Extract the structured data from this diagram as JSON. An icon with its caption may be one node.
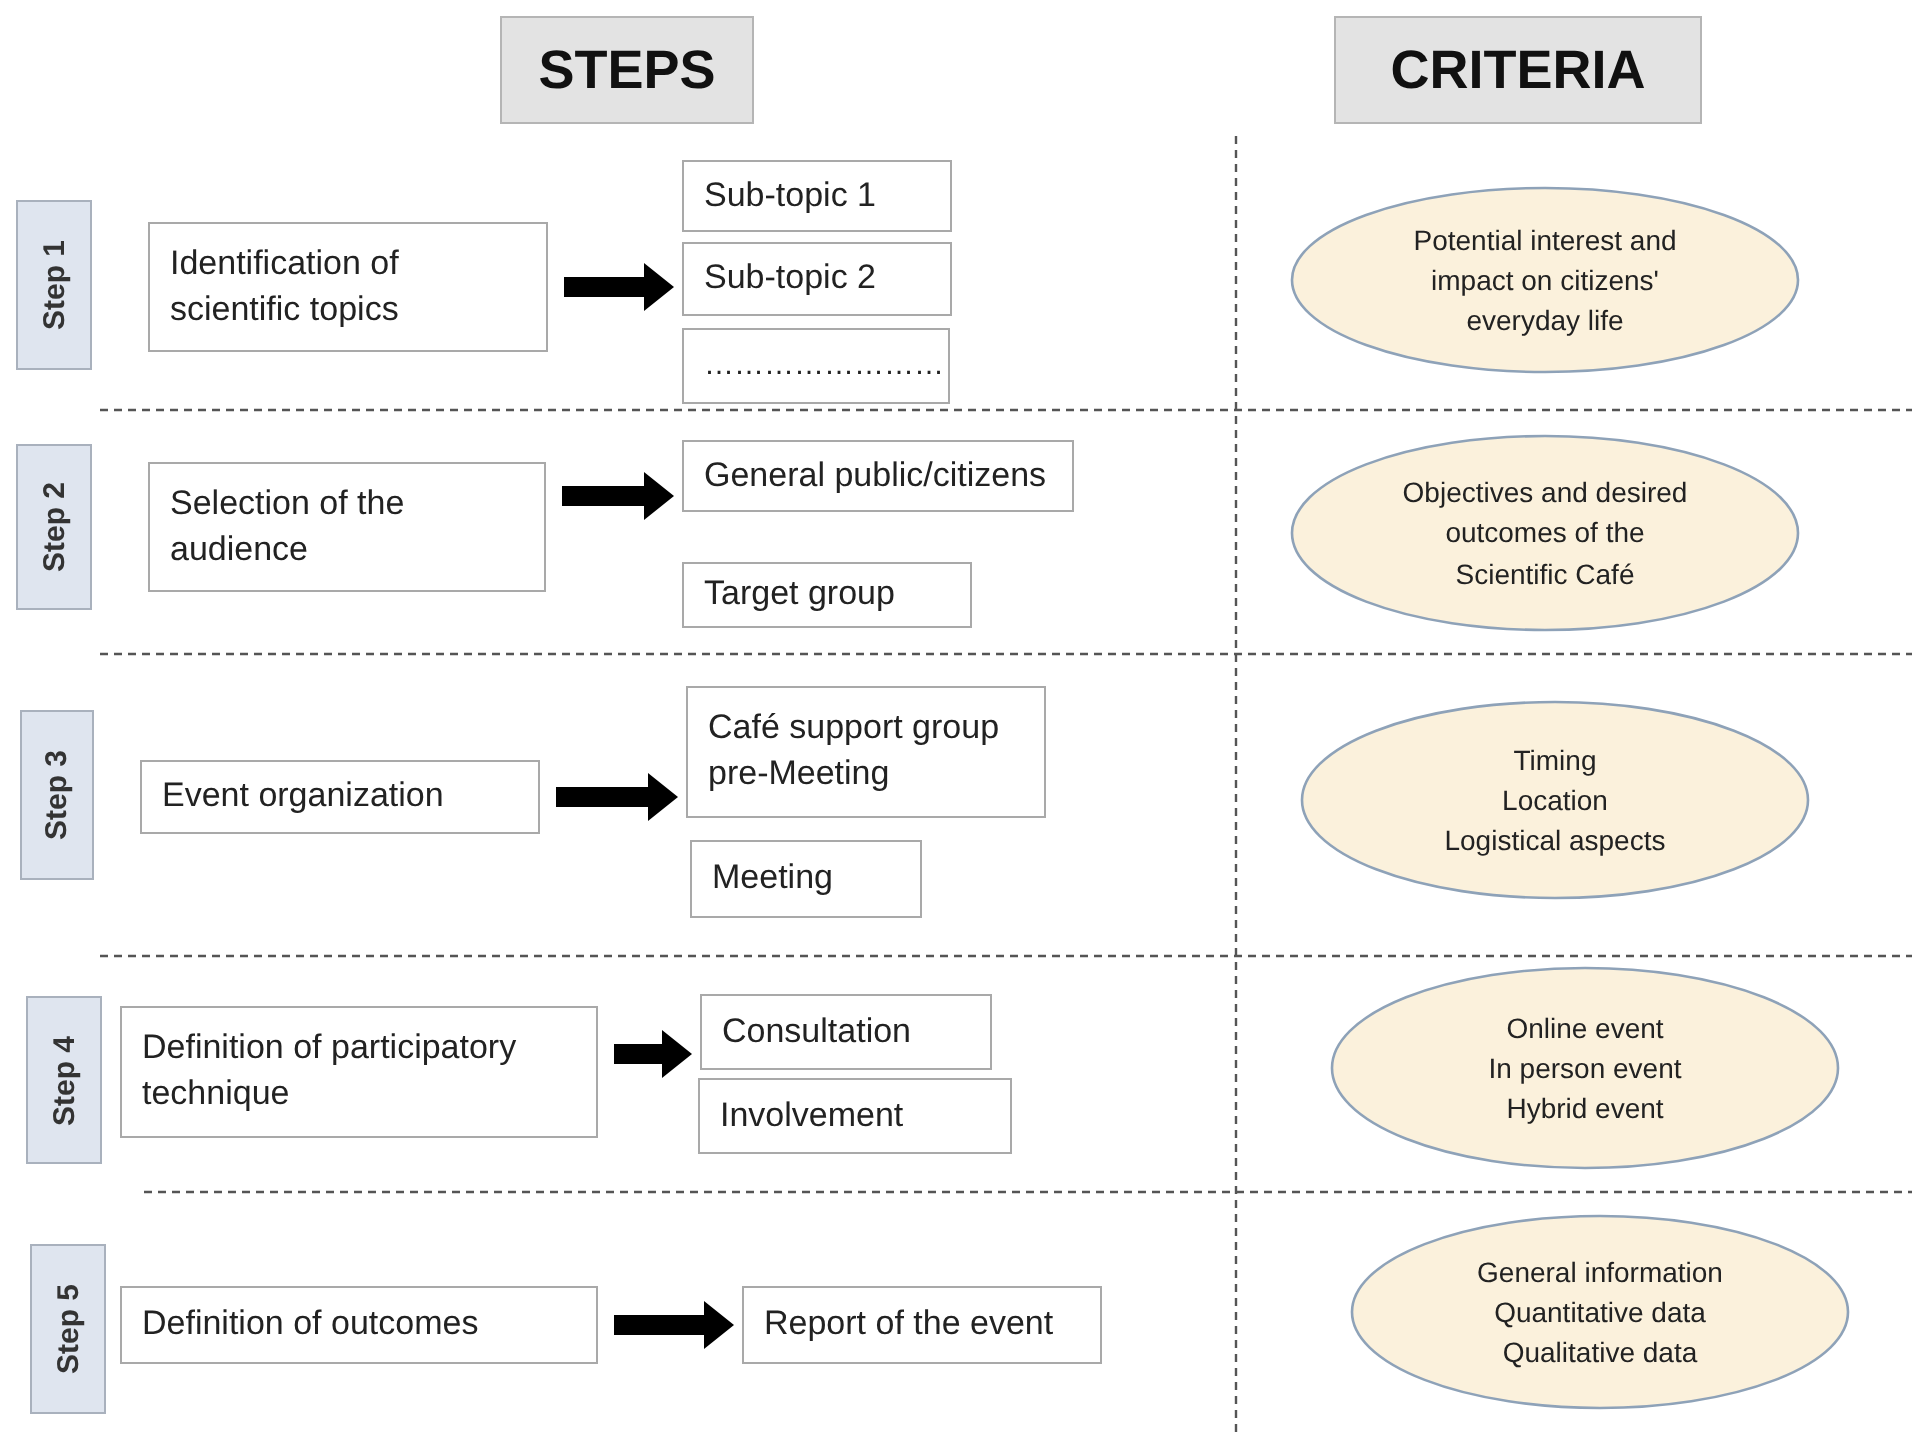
{
  "diagram": {
    "nodes": [
      {
        "text": [
          "STEPS"
        ]
      },
      {
        "text": [
          "CRITERIA"
        ]
      },
      {
        "text": [
          "Step 1"
        ]
      },
      {
        "text": [
          "Identification of scientific topics"
        ]
      },
      {
        "text": [
          "Sub-topic 1"
        ]
      },
      {
        "text": [
          "Sub-topic 2"
        ]
      },
      {
        "text": [
          "……………………"
        ]
      },
      {
        "text": [
          "Potential interest and impact on citizens' everyday life"
        ]
      },
      {
        "text": [
          "Step 2"
        ]
      },
      {
        "text": [
          "Selection of the audience"
        ]
      },
      {
        "text": [
          "General public/citizens"
        ]
      },
      {
        "text": [
          "Target group"
        ]
      },
      {
        "text": [
          "Objectives and desired outcomes of the Scientific Café"
        ]
      },
      {
        "text": [
          "Step 3"
        ]
      },
      {
        "text": [
          "Event organization"
        ]
      },
      {
        "text": [
          "Café support group pre-Meeting"
        ]
      },
      {
        "text": [
          "Meeting"
        ]
      },
      {
        "text": [
          "Timing",
          "Location",
          "Logistical aspects"
        ]
      },
      {
        "text": [
          "Step 4"
        ]
      },
      {
        "text": [
          "Definition of participatory technique"
        ]
      },
      {
        "text": [
          "Consultation"
        ]
      },
      {
        "text": [
          "Involvement"
        ]
      },
      {
        "text": [
          "Online event",
          "In person event",
          "Hybrid event"
        ]
      },
      {
        "text": [
          "Step 5"
        ]
      },
      {
        "text": [
          "Definition of outcomes"
        ]
      },
      {
        "text": [
          "Report of the event"
        ]
      },
      {
        "text": [
          "General information",
          "Quantitative data",
          "Qualitative data"
        ]
      }
    ],
    "edges": [
      {
        "from": 3,
        "to": 5,
        "arrow": "to"
      },
      {
        "from": 9,
        "to": 10,
        "arrow": "to"
      },
      {
        "from": 14,
        "to": 15,
        "arrow": "to"
      },
      {
        "from": 19,
        "to": 20,
        "arrow": "to"
      },
      {
        "from": 24,
        "to": 25,
        "arrow": "to"
      }
    ]
  }
}
